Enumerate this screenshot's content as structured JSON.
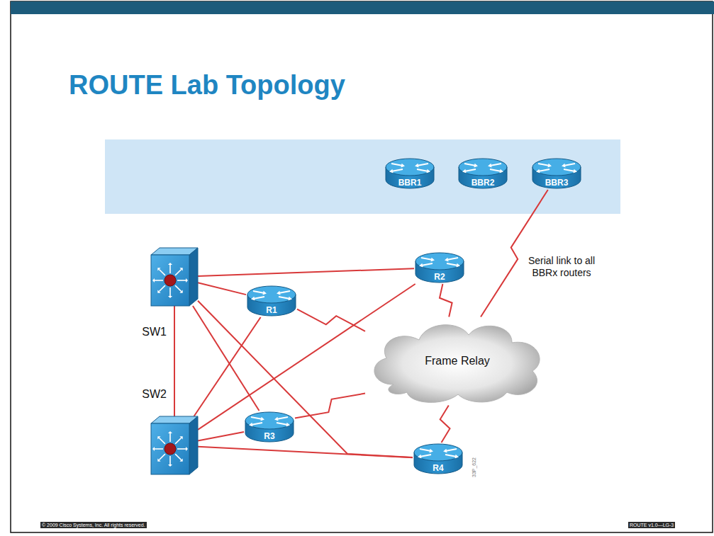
{
  "diagram": {
    "title": "ROUTE Lab Topology",
    "nodes": [
      {
        "text": [
          "BBR1"
        ]
      },
      {
        "text": [
          "BBR2"
        ]
      },
      {
        "text": [
          "BBR3"
        ]
      },
      {
        "text": [
          "SW1"
        ]
      },
      {
        "text": [
          "R1"
        ]
      },
      {
        "text": [
          "R2"
        ]
      },
      {
        "text": [
          "Frame Relay"
        ]
      },
      {
        "text": [
          "SW2"
        ]
      },
      {
        "text": [
          "R3"
        ]
      },
      {
        "text": [
          "R4"
        ]
      }
    ],
    "edges": [
      {
        "from": 3,
        "to": 5,
        "arrow": "none"
      },
      {
        "from": 3,
        "to": 4,
        "arrow": "none"
      },
      {
        "from": 3,
        "to": 7,
        "arrow": "none"
      },
      {
        "from": 3,
        "to": 8,
        "arrow": "none"
      },
      {
        "from": 3,
        "to": 9,
        "arrow": "none"
      },
      {
        "from": 7,
        "to": 5,
        "arrow": "none"
      },
      {
        "from": 7,
        "to": 4,
        "arrow": "none"
      },
      {
        "from": 7,
        "to": 8,
        "arrow": "none"
      },
      {
        "from": 7,
        "to": 9,
        "arrow": "none"
      },
      {
        "from": 4,
        "to": 6,
        "arrow": "none"
      },
      {
        "from": 5,
        "to": 6,
        "arrow": "none"
      },
      {
        "from": 8,
        "to": 6,
        "arrow": "none"
      },
      {
        "from": 9,
        "to": 6,
        "arrow": "none"
      },
      {
        "from": 2,
        "to": 6,
        "arrow": "none"
      }
    ],
    "labels": [
      "Serial link to all BBRx routers",
      "33P_622",
      "© 2009 Cisco Systems, Inc. All rights reserved.",
      "ROUTE v1.0—LG-3"
    ]
  }
}
